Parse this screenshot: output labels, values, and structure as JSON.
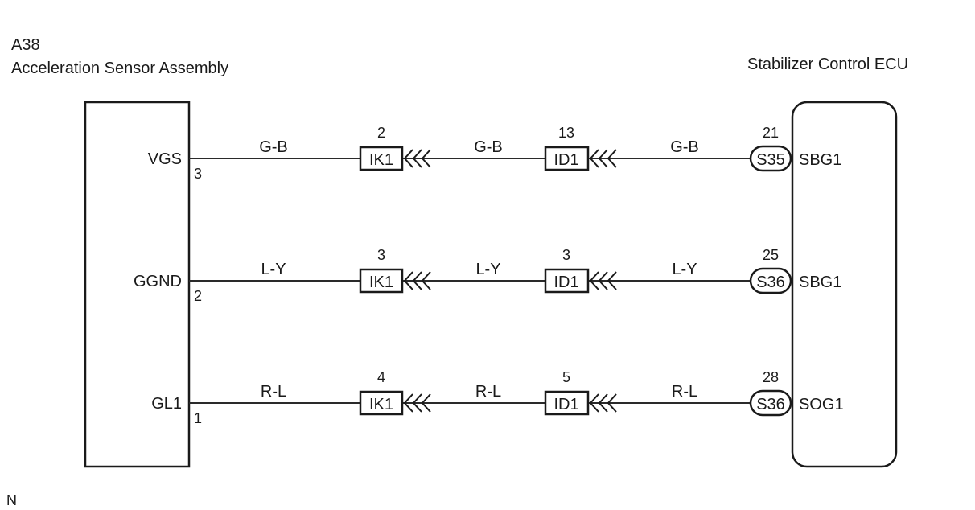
{
  "left_component": {
    "code": "A38",
    "name": "Acceleration Sensor Assembly"
  },
  "right_component": {
    "name": "Stabilizer Control ECU"
  },
  "footer_mark": "N",
  "circuits": [
    {
      "left_terminal": "VGS",
      "left_pin": "3",
      "wire_color": "G-B",
      "ik1_pin": "2",
      "ik1_label": "IK1",
      "id1_pin": "13",
      "id1_label": "ID1",
      "ecu_pin": "21",
      "ecu_connector": "S35",
      "ecu_terminal": "SBG1"
    },
    {
      "left_terminal": "GGND",
      "left_pin": "2",
      "wire_color": "L-Y",
      "ik1_pin": "3",
      "ik1_label": "IK1",
      "id1_pin": "3",
      "id1_label": "ID1",
      "ecu_pin": "25",
      "ecu_connector": "S36",
      "ecu_terminal": "SBG1"
    },
    {
      "left_terminal": "GL1",
      "left_pin": "1",
      "wire_color": "R-L",
      "ik1_pin": "4",
      "ik1_label": "IK1",
      "id1_pin": "5",
      "id1_label": "ID1",
      "ecu_pin": "28",
      "ecu_connector": "S36",
      "ecu_terminal": "SOG1"
    }
  ]
}
